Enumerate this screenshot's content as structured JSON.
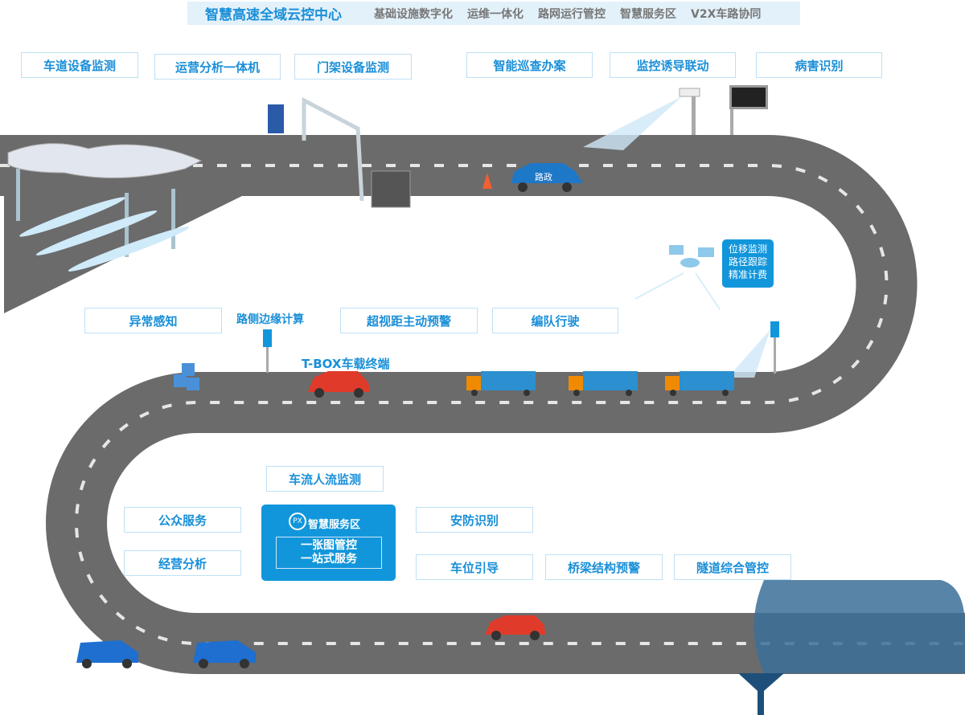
{
  "header": {
    "title": "智慧高速全域云控中心",
    "nav": [
      "基础设施数字化",
      "运维一体化",
      "路网运行管控",
      "智慧服务区",
      "V2X车路协同"
    ]
  },
  "boxes": {
    "lane_monitor": "车道设备监测",
    "ops_analysis": "运营分析一体机",
    "gantry_monitor": "门架设备监测",
    "smart_patrol": "智能巡查办案",
    "monitor_linkage": "监控诱导联动",
    "disease_id": "病害识别",
    "anomaly": "异常感知",
    "beyond_sight": "超视距主动预警",
    "platoon": "编队行驶",
    "flow_monitor": "车流人流监测",
    "public_service": "公众服务",
    "business_analysis": "经营分析",
    "security_id": "安防识别",
    "parking_guide": "车位引导",
    "bridge_warning": "桥梁结构预警",
    "tunnel_control": "隧道综合管控"
  },
  "labels": {
    "edge_compute": "路侧边缘计算",
    "tbox": "T-BOX车载终端",
    "police": "路政"
  },
  "satellite_box": [
    "位移监测",
    "路径跟踪",
    "精准计费"
  ],
  "service_area": {
    "logo": "PX",
    "title": "智慧服务区",
    "lines": [
      "一张图管控",
      "一站式服务"
    ]
  },
  "colors": {
    "accent": "#1296db",
    "road": "#6b6b6b",
    "text": "#1a8fd8"
  }
}
